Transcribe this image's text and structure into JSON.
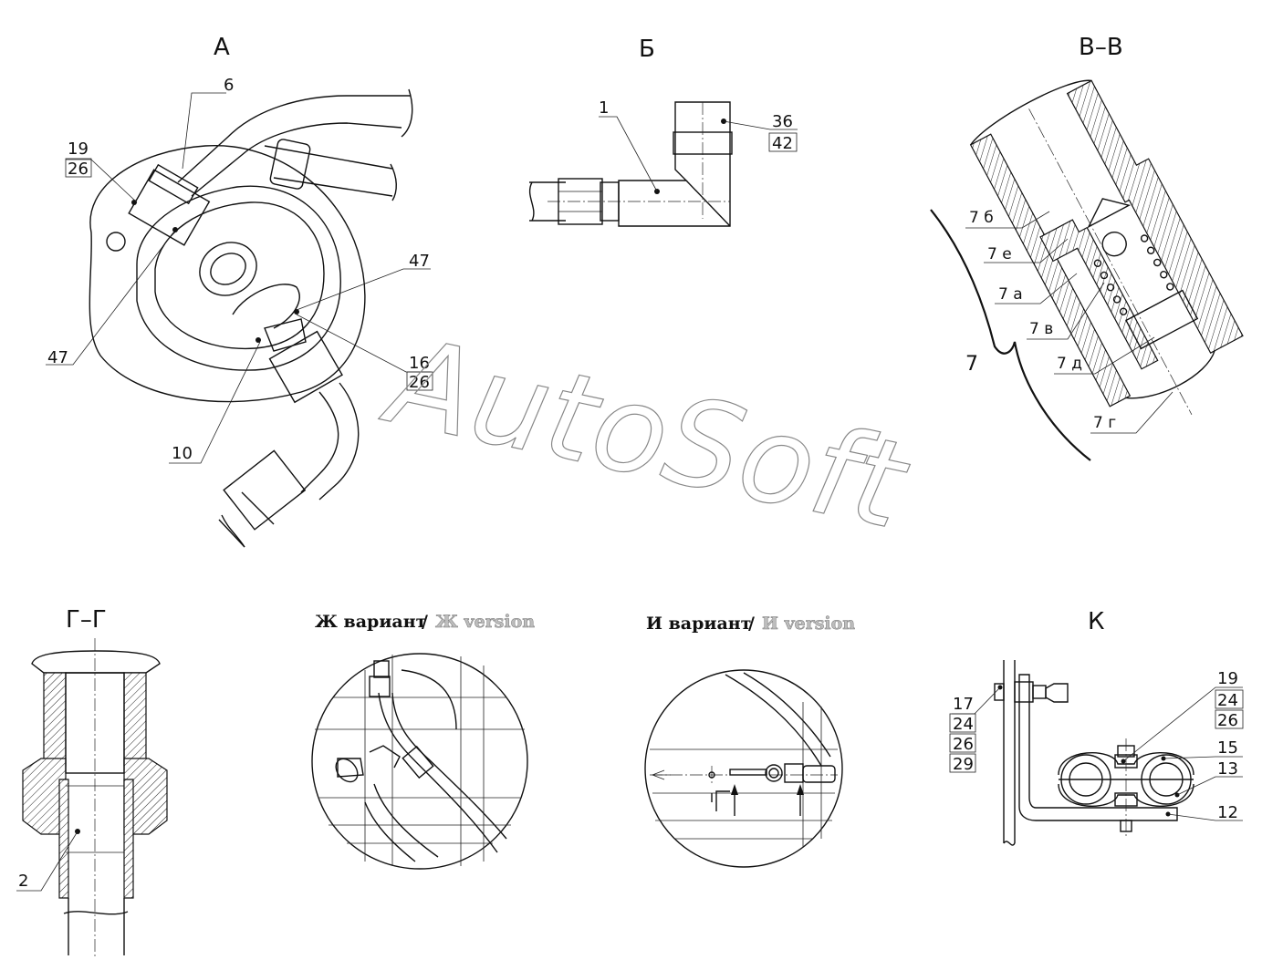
{
  "views": {
    "a": {
      "title": "А"
    },
    "b": {
      "title": "Б"
    },
    "vv": {
      "title": "В–В"
    },
    "gg": {
      "title": "Г–Г"
    },
    "zh": {
      "title_ru": "Ж вариант",
      "separator": "/",
      "title_en": "Ж version"
    },
    "i": {
      "title_ru": "И вариант",
      "separator": "/",
      "title_en": "И version"
    },
    "k": {
      "title": "К"
    }
  },
  "labels": {
    "a": {
      "p6": "6",
      "p19": "19",
      "p26a": "26",
      "p47a": "47",
      "p47b": "47",
      "p16": "16",
      "p26b": "26",
      "p10": "10"
    },
    "b": {
      "p1": "1",
      "p36": "36",
      "p42": "42"
    },
    "vv": {
      "p7b": "7 б",
      "p7e": "7 е",
      "p7a": "7 а",
      "p7v": "7 в",
      "p7d": "7 д",
      "p7g": "7 г",
      "p7": "7"
    },
    "gg": {
      "p2": "2"
    },
    "k": {
      "p17": "17",
      "p24a": "24",
      "p26a": "26",
      "p29": "29",
      "p19": "19",
      "p24b": "24",
      "p26b": "26",
      "p15": "15",
      "p13": "13",
      "p12": "12"
    }
  },
  "watermark": "AutoSoft"
}
